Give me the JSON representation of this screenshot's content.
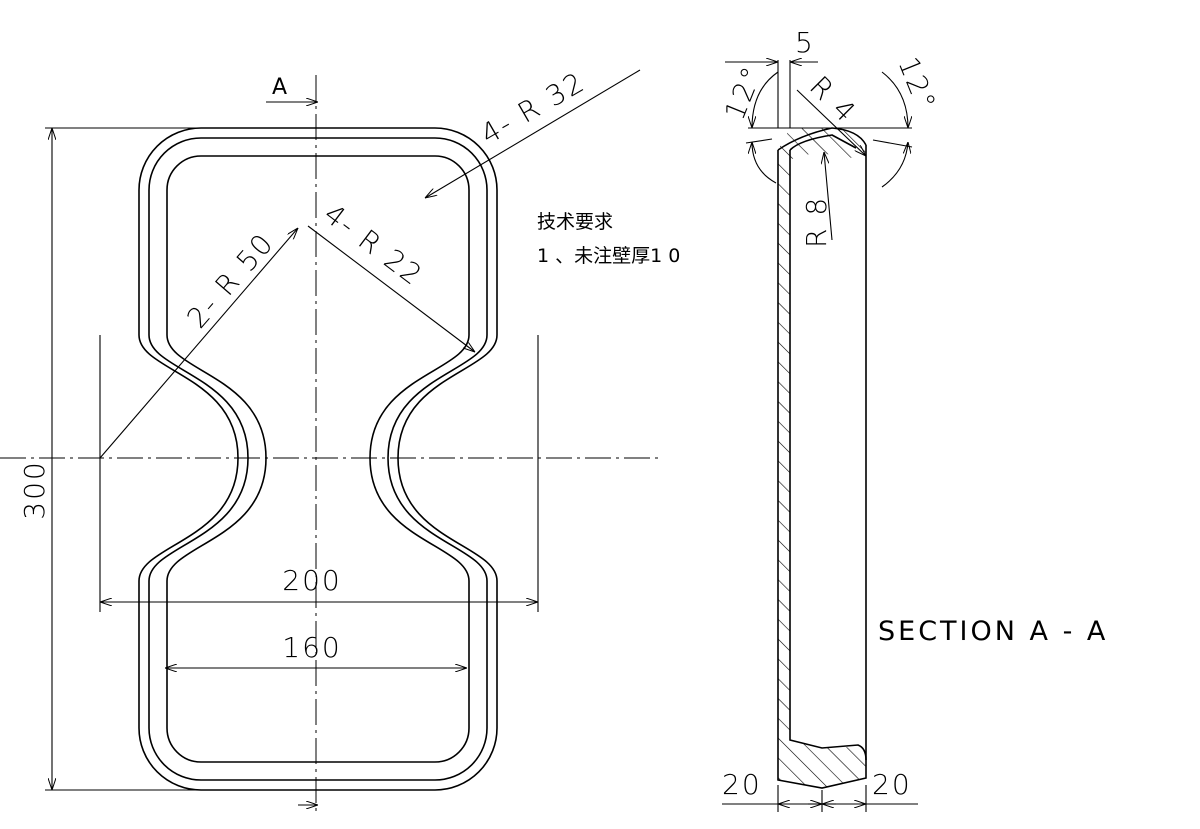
{
  "drawing": {
    "section_marker": "A",
    "dimensions": {
      "height": "300",
      "width_outer": "200",
      "width_inner": "160",
      "r50": "2- R 50",
      "r22": "4- R 22",
      "r32": "4- R 32"
    },
    "notes": {
      "title": "技术要求",
      "item1": "1 、未注壁厚1 0"
    },
    "section": {
      "label": "SECTION  A - A",
      "thickness": "5",
      "angle_left": "12°",
      "angle_right": "12°",
      "r4": "R 4",
      "r8": "R 8",
      "bottom_left": "20",
      "bottom_right": "20"
    }
  }
}
